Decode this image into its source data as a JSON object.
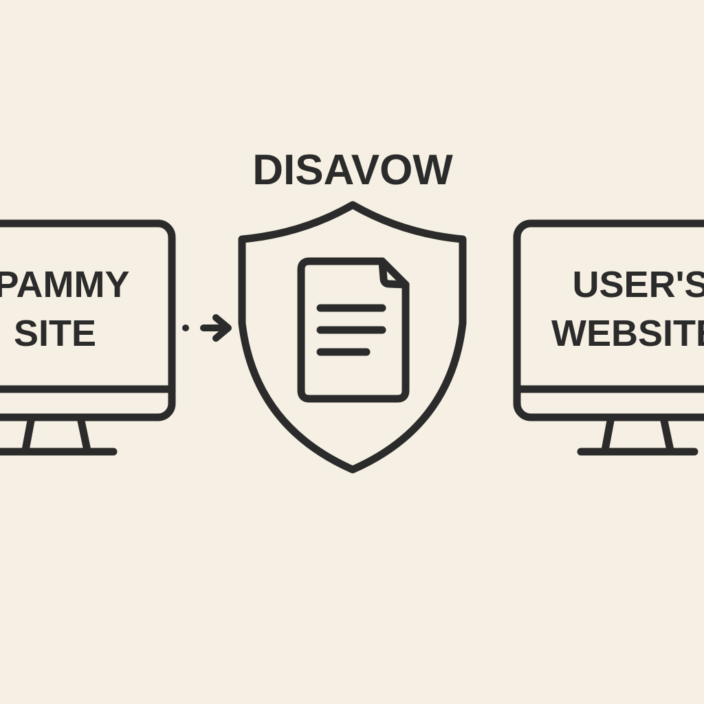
{
  "title": "DISAVOW",
  "left_monitor": {
    "line1": "SPAMMY",
    "line2": "SITE"
  },
  "right_monitor": {
    "line1": "USER'S",
    "line2": "WEBSITE"
  },
  "colors": {
    "background": "#f5f0e3",
    "ink": "#2b2b2b"
  }
}
